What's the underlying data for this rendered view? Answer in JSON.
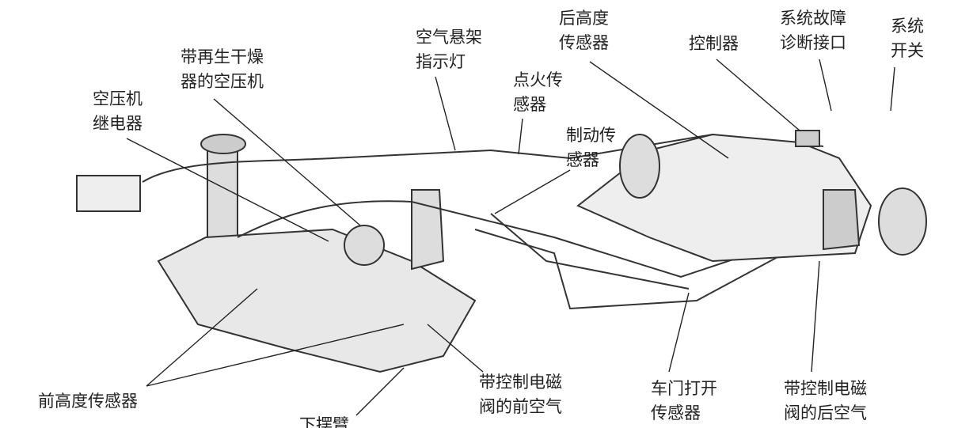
{
  "labels": {
    "indicator": [
      "空气悬架",
      "指示灯"
    ],
    "compressor": [
      "带再生干燥",
      "器的空压机"
    ],
    "relay": [
      "空压机",
      "继电器"
    ],
    "rear_height": [
      "后高度",
      "传感器"
    ],
    "ignition": [
      "点火传",
      "感器"
    ],
    "brake": [
      "制动传",
      "感器"
    ],
    "controller": [
      "控制器"
    ],
    "diag": [
      "系统故障",
      "诊断接口"
    ],
    "switch": [
      "系统",
      "开关"
    ],
    "front_height": [
      "前高度传感器"
    ],
    "lower_arm": [
      "下摆臂"
    ],
    "front_valve": [
      "带控制电磁",
      "阀的前空气"
    ],
    "door": [
      "车门打开",
      "传感器"
    ],
    "rear_valve": [
      "带控制电磁",
      "阀的后空气"
    ]
  }
}
